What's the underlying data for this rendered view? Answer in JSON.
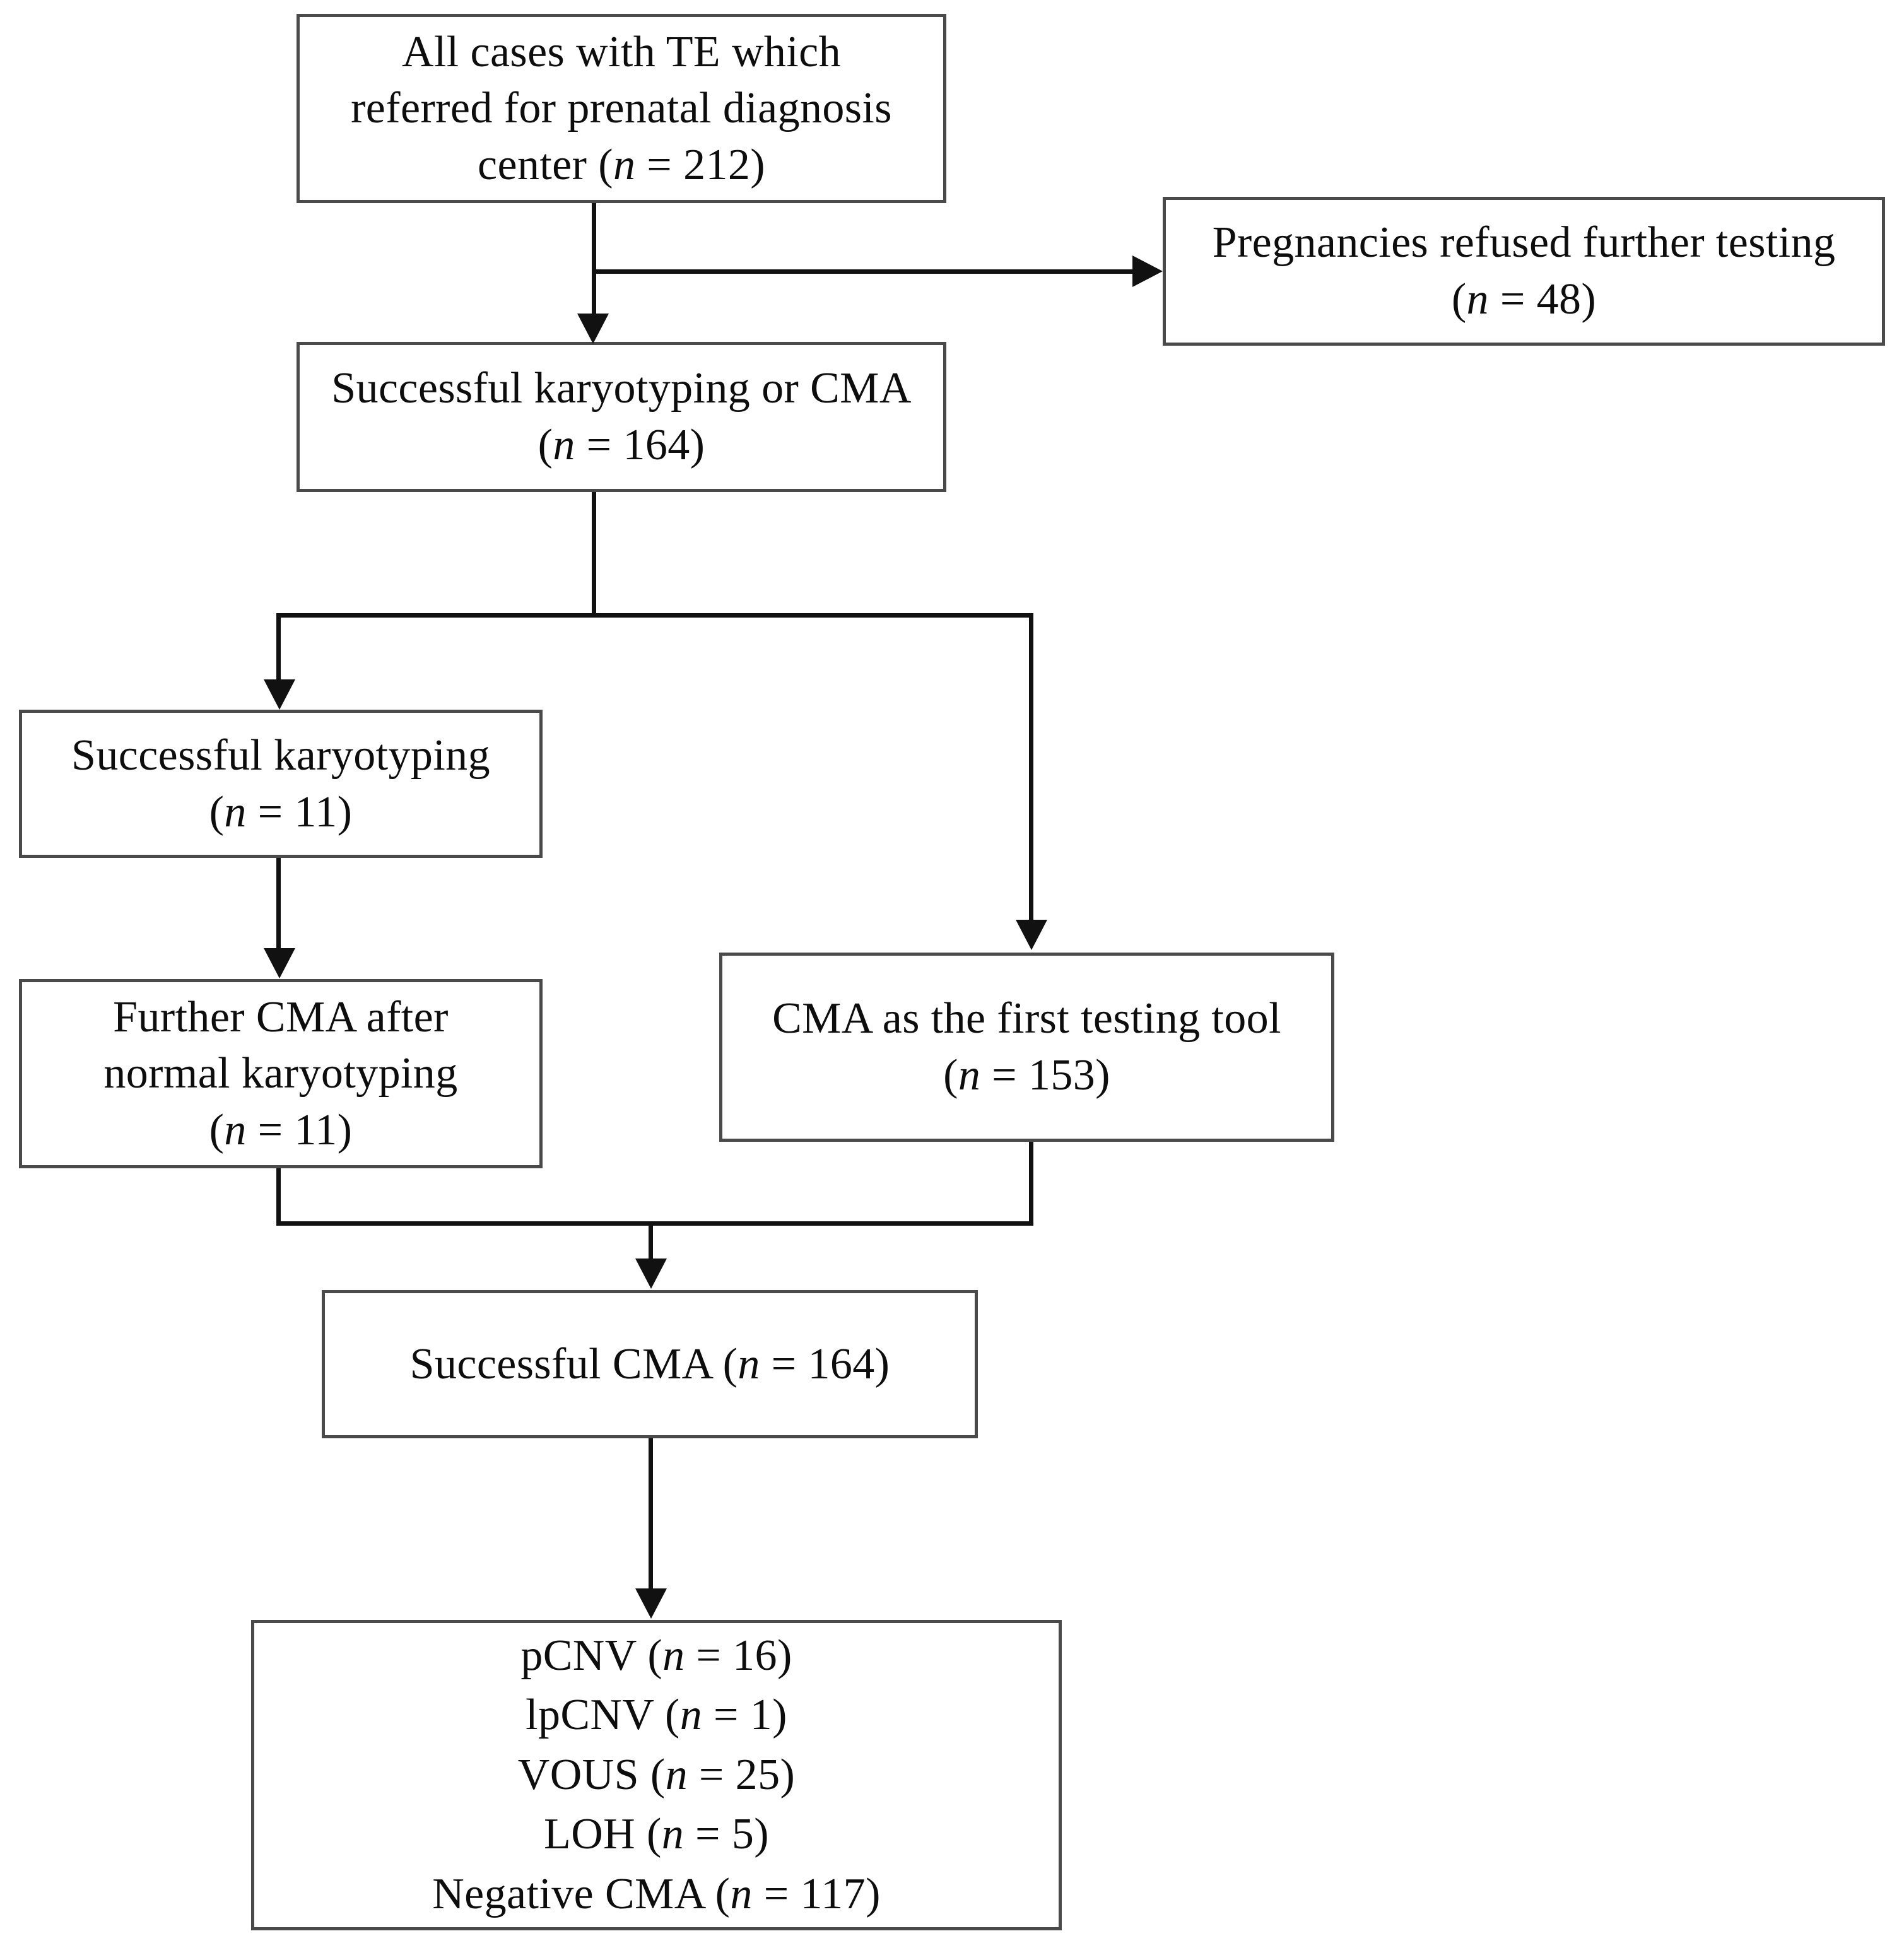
{
  "figure": {
    "type": "flowchart",
    "title": "Study enrollment and testing flow diagram",
    "colors": {
      "box_border": "#4a4a4a",
      "connector": "#111111",
      "background": "#ffffff",
      "text": "#0d0d0d"
    }
  },
  "nodes": {
    "all_cases": {
      "line1": "All cases with  TE which",
      "line2": "referred for prenatal diagnosis",
      "line3_prefix": "center  (",
      "line3_var": "n",
      "line3_suffix": " = 212)",
      "n_value": "212"
    },
    "refused": {
      "line1": "Pregnancies refused further testing",
      "line2_prefix": "(",
      "line2_var": "n",
      "line2_suffix": " = 48)",
      "n_value": "48"
    },
    "successful_karyo_or_cma": {
      "line1": "Successful karyotyping or CMA",
      "line2_prefix": "(",
      "line2_var": "n",
      "line2_suffix": " = 164)",
      "n_value": "164"
    },
    "successful_karyotyping": {
      "line1": "Successful karyotyping",
      "line2_prefix": "(",
      "line2_var": "n",
      "line2_suffix": " = 11)",
      "n_value": "11"
    },
    "further_cma": {
      "line1": "Further CMA after",
      "line2": "normal karyotyping",
      "line3_prefix": "(",
      "line3_var": "n",
      "line3_suffix": " = 11)",
      "n_value": "11"
    },
    "cma_first_tool": {
      "line1": "CMA as the first testing tool",
      "line2_prefix": "(",
      "line2_var": "n",
      "line2_suffix": " = 153)",
      "n_value": "153"
    },
    "successful_cma": {
      "line1_prefix": "Successful CMA (",
      "line1_var": "n",
      "line1_suffix": " = 164)",
      "n_value": "164"
    },
    "outcomes": {
      "rows": [
        {
          "label": "pCNV (",
          "var": "n",
          "tail": " = 16)",
          "n_value": "16"
        },
        {
          "label": "lpCNV (",
          "var": "n",
          "tail": " = 1)",
          "n_value": "1"
        },
        {
          "label": "VOUS (",
          "var": "n",
          "tail": " = 25)",
          "n_value": "25"
        },
        {
          "label": "LOH (",
          "var": "n",
          "tail": " = 5)",
          "n_value": "5"
        },
        {
          "label": "Negative CMA (",
          "var": "n",
          "tail": " = 117)",
          "n_value": "117"
        }
      ]
    }
  },
  "chart_data": {
    "type": "flowchart",
    "title": "Study enrollment and testing flow diagram",
    "nodes": [
      {
        "id": "all_cases",
        "text": "All cases with  TE which referred for prenatal diagnosis center  (n = 212)",
        "n": 212
      },
      {
        "id": "refused",
        "text": "Pregnancies refused further testing (n = 48)",
        "n": 48
      },
      {
        "id": "successful_karyo_or_cma",
        "text": "Successful karyotyping or CMA (n = 164)",
        "n": 164
      },
      {
        "id": "successful_karyotyping",
        "text": "Successful karyotyping (n = 11)",
        "n": 11
      },
      {
        "id": "further_cma",
        "text": "Further CMA after normal karyotyping (n = 11)",
        "n": 11
      },
      {
        "id": "cma_first_tool",
        "text": "CMA as the first testing tool (n = 153)",
        "n": 153
      },
      {
        "id": "successful_cma",
        "text": "Successful CMA (n = 164)",
        "n": 164
      },
      {
        "id": "outcomes",
        "text": "pCNV (n = 16); lpCNV (n = 1); VOUS (n = 25); LOH (n = 5); Negative CMA (n = 117)"
      }
    ],
    "edges": [
      {
        "from": "all_cases",
        "to": "refused",
        "style": "elbow-right"
      },
      {
        "from": "all_cases",
        "to": "successful_karyo_or_cma",
        "style": "straight-down"
      },
      {
        "from": "successful_karyo_or_cma",
        "to": "successful_karyotyping",
        "style": "split-left"
      },
      {
        "from": "successful_karyo_or_cma",
        "to": "cma_first_tool",
        "style": "split-right"
      },
      {
        "from": "successful_karyotyping",
        "to": "further_cma",
        "style": "straight-down"
      },
      {
        "from": "further_cma",
        "to": "successful_cma",
        "style": "merge"
      },
      {
        "from": "cma_first_tool",
        "to": "successful_cma",
        "style": "merge"
      },
      {
        "from": "successful_cma",
        "to": "outcomes",
        "style": "straight-down"
      }
    ],
    "outcome_breakdown": {
      "categories": [
        "pCNV",
        "lpCNV",
        "VOUS",
        "LOH",
        "Negative CMA"
      ],
      "values": [
        16,
        1,
        25,
        5,
        117
      ],
      "total": 164
    }
  }
}
